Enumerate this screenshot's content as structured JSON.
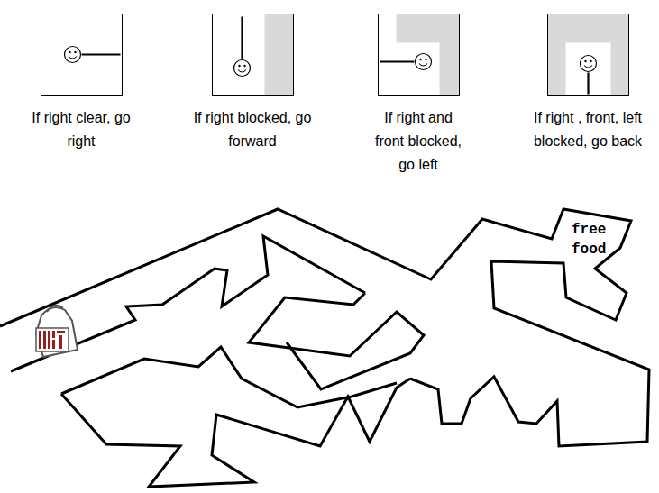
{
  "diagram": {
    "nodes": [
      {
        "text": [
          "If right clear, go right"
        ]
      },
      {
        "text": [
          "If right blocked, go forward"
        ]
      },
      {
        "text": [
          "If right and front blocked, go left"
        ]
      },
      {
        "text": [
          "If right , front, left blocked, go back"
        ]
      }
    ],
    "labels": [
      "free food"
    ]
  }
}
